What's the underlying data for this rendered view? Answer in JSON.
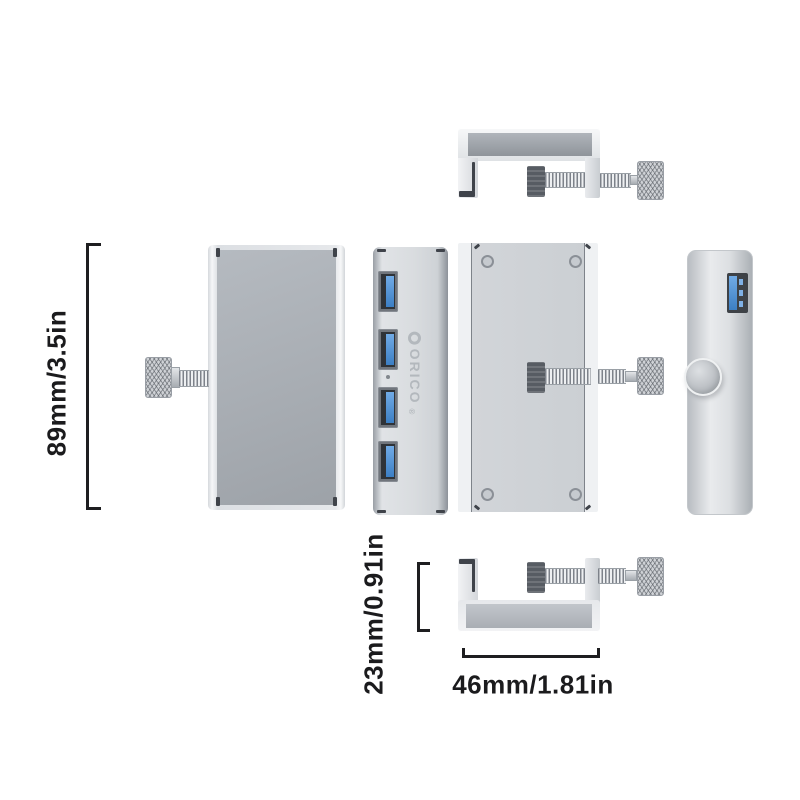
{
  "product_diagram": {
    "background": "#ffffff",
    "text_color": "#1b1b1d",
    "dimensions": {
      "height": "89mm/3.5in",
      "depth": "23mm/0.91in",
      "width": "46mm/1.81in"
    },
    "brand": {
      "name": "ORICO",
      "registered": "®"
    },
    "colors": {
      "body_silver": "#d7dade",
      "panel_gray": "#a8adb3",
      "usb_blue": "#4a8fd4",
      "hardware_dark": "#565b62"
    },
    "icons": {
      "usb_port": "usb-a-port-icon",
      "thumbscrew": "knurled-thumbscrew-icon",
      "thread": "screw-thread-icon",
      "clamp_pad": "clamp-pad-icon",
      "screw_hole": "screw-hole-icon",
      "led": "status-led-icon",
      "brand_ring": "orico-ring-icon",
      "knob": "round-knob-icon"
    }
  }
}
